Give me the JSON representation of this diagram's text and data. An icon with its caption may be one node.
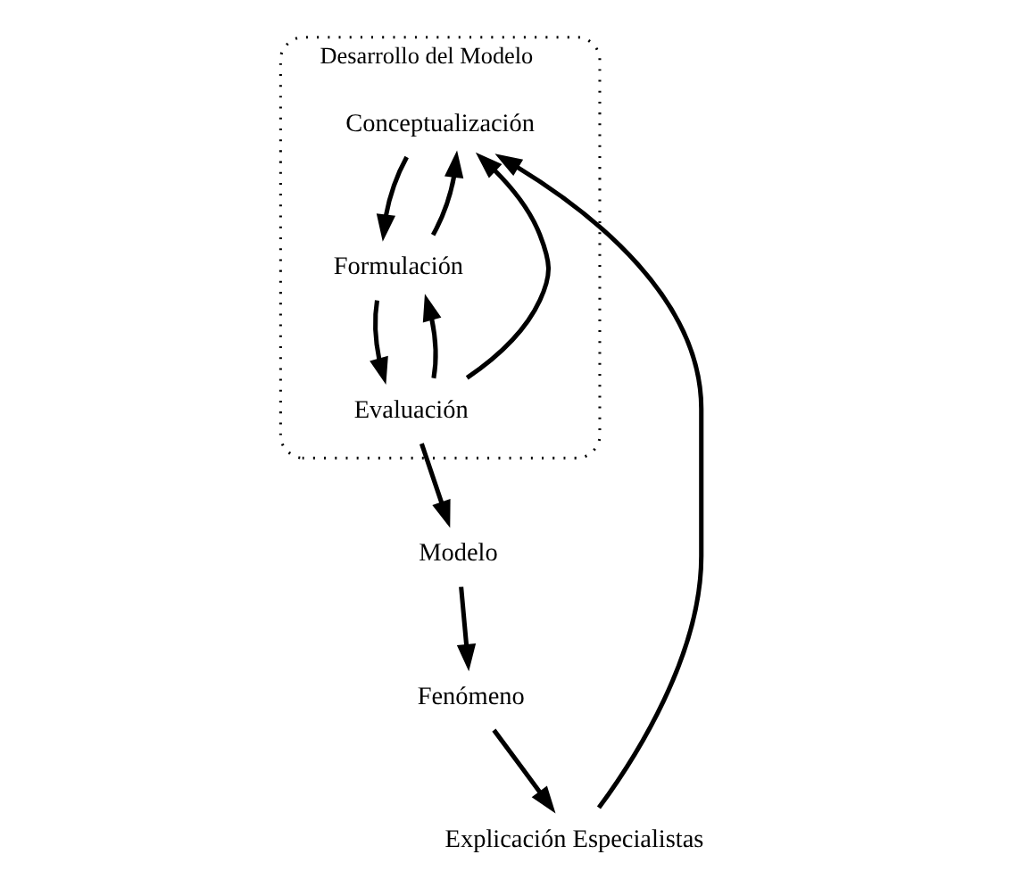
{
  "diagram": {
    "nodes": [
      {
        "text": [
          "Desarrollo del Modelo"
        ]
      },
      {
        "text": [
          "Conceptualización"
        ],
        "in": 0
      },
      {
        "text": [
          "Formulación"
        ],
        "in": 0
      },
      {
        "text": [
          "Evaluación"
        ],
        "in": 0
      },
      {
        "text": [
          "Modelo"
        ]
      },
      {
        "text": [
          "Fenómeno"
        ]
      },
      {
        "text": [
          "Explicación Especialistas"
        ]
      }
    ],
    "edges": [
      {
        "from": 1,
        "to": 2,
        "arrow": "to"
      },
      {
        "from": 2,
        "to": 1,
        "arrow": "to"
      },
      {
        "from": 2,
        "to": 3,
        "arrow": "to"
      },
      {
        "from": 3,
        "to": 2,
        "arrow": "to"
      },
      {
        "from": 3,
        "to": 1,
        "arrow": "to"
      },
      {
        "from": 3,
        "to": 4,
        "arrow": "to"
      },
      {
        "from": 4,
        "to": 5,
        "arrow": "to"
      },
      {
        "from": 5,
        "to": 6,
        "arrow": "to"
      },
      {
        "from": 6,
        "to": 1,
        "arrow": "to"
      }
    ]
  }
}
